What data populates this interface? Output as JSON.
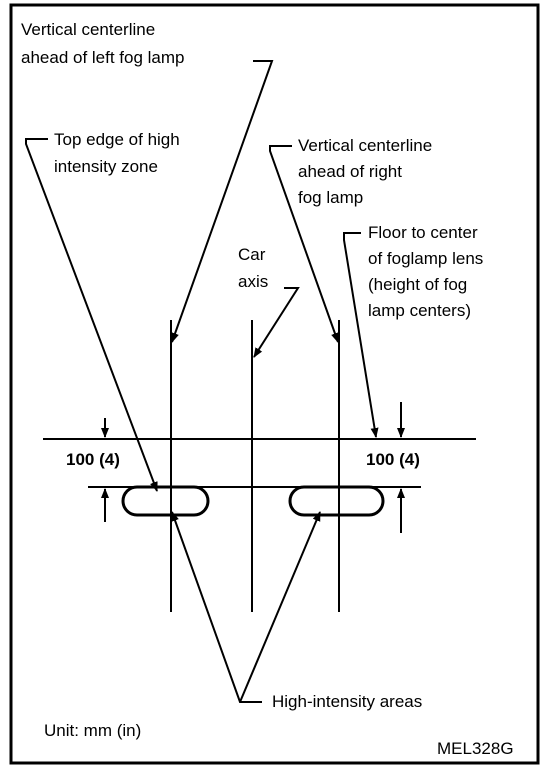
{
  "labels": {
    "left_centerline": [
      "Vertical centerline",
      "ahead of left fog lamp"
    ],
    "top_edge": [
      "Top edge of high",
      "intensity zone"
    ],
    "right_centerline": [
      "Vertical centerline",
      "ahead of right",
      "fog lamp"
    ],
    "car_axis": [
      "Car",
      "axis"
    ],
    "floor_to_center": [
      "Floor to center",
      "of foglamp lens",
      "(height of fog",
      "lamp centers)"
    ],
    "dim_left": "100 (4)",
    "dim_right": "100 (4)",
    "high_intensity": "High-intensity areas",
    "unit": "Unit: mm (in)",
    "figure_code": "MEL328G"
  }
}
